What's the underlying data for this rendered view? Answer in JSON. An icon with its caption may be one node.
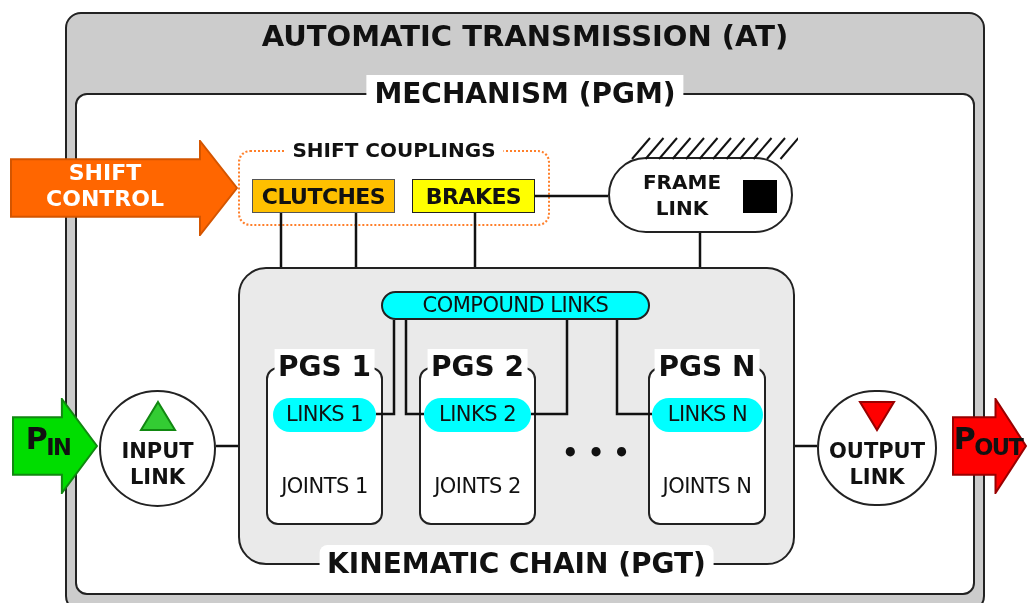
{
  "diagram": {
    "nodes": [
      {
        "text": [
          "AUTOMATIC TRANSMISSION (AT)"
        ]
      },
      {
        "text": [
          "MECHANISM (PGM)"
        ],
        "in": 0
      },
      {
        "text": [
          "SHIFT CONTROL"
        ]
      },
      {
        "text": [
          "SHIFT COUPLINGS"
        ],
        "in": 1
      },
      {
        "text": [
          "CLUTCHES"
        ],
        "in": 3
      },
      {
        "text": [
          "BRAKES"
        ],
        "in": 3
      },
      {
        "text": [
          "FRAME LINK"
        ],
        "in": 1
      },
      {
        "text": [
          "KINEMATIC CHAIN (PGT)"
        ],
        "in": 1
      },
      {
        "text": [
          "COMPOUND LINKS"
        ],
        "in": 7
      },
      {
        "text": [
          "PGS 1",
          "JOINTS 1"
        ],
        "in": 7
      },
      {
        "text": [
          "LINKS 1"
        ],
        "in": 9
      },
      {
        "text": [
          "PGS 2",
          "JOINTS 2"
        ],
        "in": 7
      },
      {
        "text": [
          "LINKS 2"
        ],
        "in": 11
      },
      {
        "text": [
          "PGS N",
          "JOINTS N"
        ],
        "in": 7
      },
      {
        "text": [
          "LINKS N"
        ],
        "in": 13
      },
      {
        "text": [
          "P$_{IN}$"
        ]
      },
      {
        "text": [
          "INPUT LINK"
        ],
        "in": 1
      },
      {
        "text": [
          "OUTPUT LINK"
        ],
        "in": 1
      },
      {
        "text": [
          "P$_{OUT}$"
        ]
      }
    ],
    "edges": [
      {
        "from": 4,
        "to": 7,
        "arrow": "none"
      },
      {
        "from": 4,
        "to": 7,
        "arrow": "none"
      },
      {
        "from": 5,
        "to": 7,
        "arrow": "none"
      },
      {
        "from": 5,
        "to": 6,
        "arrow": "none"
      },
      {
        "from": 6,
        "to": 7,
        "arrow": "none"
      },
      {
        "from": 8,
        "to": 10,
        "arrow": "none"
      },
      {
        "from": 8,
        "to": 12,
        "arrow": "none"
      },
      {
        "from": 8,
        "to": 12,
        "arrow": "none"
      },
      {
        "from": 8,
        "to": 14,
        "arrow": "none"
      },
      {
        "from": 16,
        "to": 7,
        "arrow": "none"
      },
      {
        "from": 7,
        "to": 17,
        "arrow": "none"
      }
    ],
    "labels": [
      "• • •"
    ]
  }
}
